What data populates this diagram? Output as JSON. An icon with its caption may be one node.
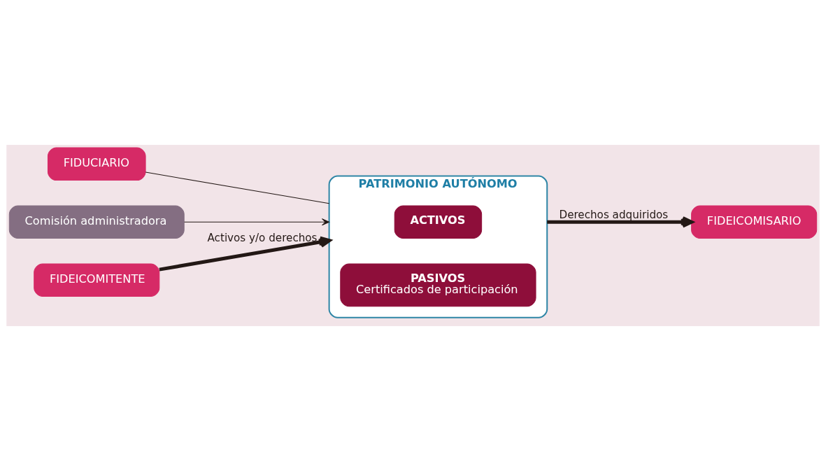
{
  "diagram": {
    "nodes": [
      {
        "text": [
          "FIDUCIARIO"
        ]
      },
      {
        "text": [
          "Comisión administradora"
        ]
      },
      {
        "text": [
          "PATRIMONIO AUTÓNOMO"
        ]
      },
      {
        "text": [
          "ACTIVOS"
        ],
        "in": 2
      },
      {
        "text": [
          "PASIVOS",
          "Certificados de participación"
        ],
        "in": 2
      },
      {
        "text": [
          "FIDEICOMITENTE"
        ]
      },
      {
        "text": [
          "FIDEICOMISARIO"
        ]
      }
    ],
    "edges": [
      {
        "from": 0,
        "to": 2,
        "arrow": "none"
      },
      {
        "from": 1,
        "to": 2,
        "arrow": "to"
      },
      {
        "from": 5,
        "to": 2,
        "arrow": "to",
        "label": "Activos y/o derechos",
        "style": "thick"
      },
      {
        "from": 2,
        "to": 6,
        "arrow": "to",
        "label": "Derechos adquiridos",
        "style": "thick"
      }
    ]
  }
}
